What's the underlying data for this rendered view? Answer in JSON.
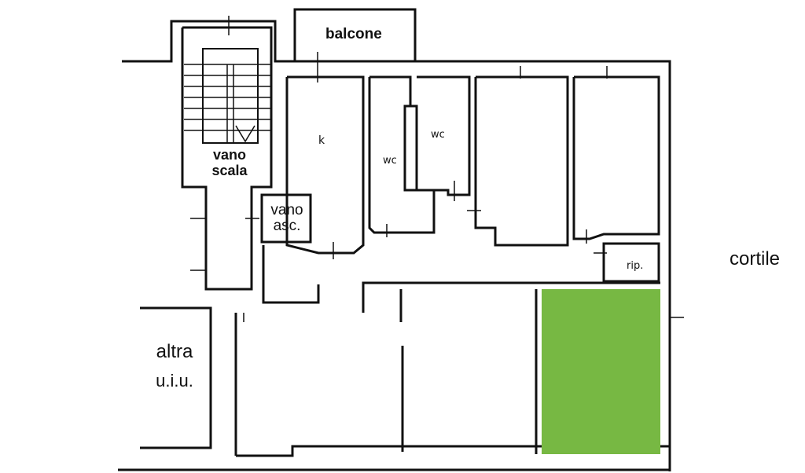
{
  "labels": {
    "balcone": "balcone",
    "vano_scala_1": "vano",
    "vano_scala_2": "scala",
    "vano_asc_1": "vano",
    "vano_asc_2": "asc.",
    "k": "k",
    "wc_left": "wc",
    "wc_right": "wc",
    "rip": "rip.",
    "cortile": "cortile",
    "altra_1": "altra",
    "altra_2": "u.i.u."
  },
  "colors": {
    "wall": "#111111",
    "highlight": "#77b843",
    "background": "#ffffff"
  }
}
